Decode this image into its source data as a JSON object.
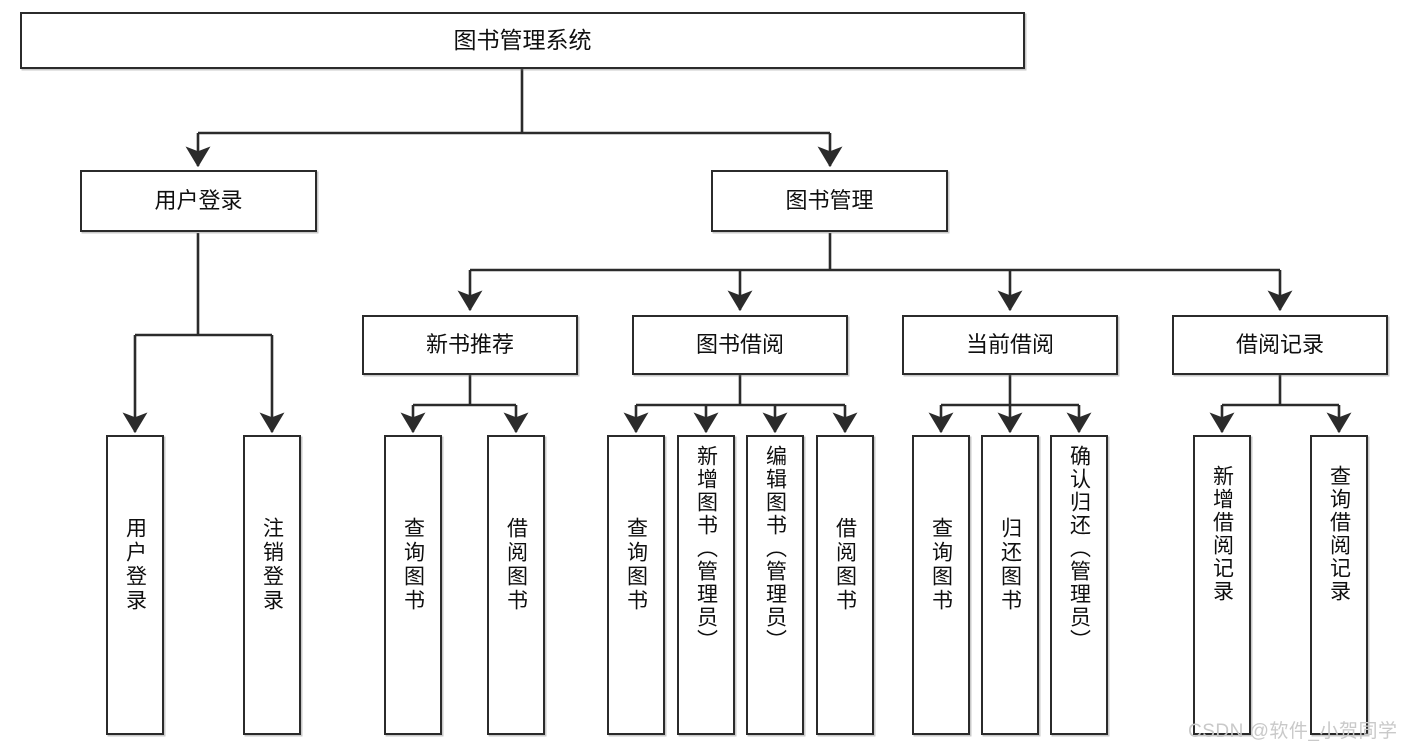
{
  "diagram": {
    "title": "图书管理系统",
    "type": "tree-hierarchy-chart",
    "root": {
      "id": "root",
      "label": "图书管理系统"
    },
    "level2": [
      {
        "id": "user-login",
        "label": "用户登录"
      },
      {
        "id": "book-manage",
        "label": "图书管理"
      }
    ],
    "level3": [
      {
        "id": "new-book-rec",
        "label": "新书推荐",
        "parent": "book-manage"
      },
      {
        "id": "book-borrow",
        "label": "图书借阅",
        "parent": "book-manage"
      },
      {
        "id": "current-borrow",
        "label": "当前借阅",
        "parent": "book-manage"
      },
      {
        "id": "borrow-record",
        "label": "借阅记录",
        "parent": "book-manage"
      }
    ],
    "leaves": [
      {
        "id": "leaf-user-login",
        "label": "用户登录",
        "parent": "user-login"
      },
      {
        "id": "leaf-user-logout",
        "label": "注销登录",
        "parent": "user-login"
      },
      {
        "id": "leaf-query-book-1",
        "label": "查询图书",
        "parent": "new-book-rec"
      },
      {
        "id": "leaf-borrow-book-1",
        "label": "借阅图书",
        "parent": "new-book-rec"
      },
      {
        "id": "leaf-query-book-2",
        "label": "查询图书",
        "parent": "book-borrow"
      },
      {
        "id": "leaf-add-book",
        "label": "新增图书（管理员）",
        "parent": "book-borrow"
      },
      {
        "id": "leaf-edit-book",
        "label": "编辑图书（管理员）",
        "parent": "book-borrow"
      },
      {
        "id": "leaf-borrow-book-2",
        "label": "借阅图书",
        "parent": "book-borrow"
      },
      {
        "id": "leaf-query-book-3",
        "label": "查询图书",
        "parent": "current-borrow"
      },
      {
        "id": "leaf-return-book",
        "label": "归还图书",
        "parent": "current-borrow"
      },
      {
        "id": "leaf-confirm-return",
        "label": "确认归还（管理员）",
        "parent": "current-borrow"
      },
      {
        "id": "leaf-add-record",
        "label": "新增借阅记录",
        "parent": "borrow-record"
      },
      {
        "id": "leaf-query-record",
        "label": "查询借阅记录",
        "parent": "borrow-record"
      }
    ],
    "colors": {
      "stroke": "#2b2b2b",
      "fill": "#ffffff",
      "text": "#0f0f0f",
      "watermark": "#c9c9c9"
    }
  },
  "watermark": {
    "text": "CSDN @软件_小贺同学"
  }
}
